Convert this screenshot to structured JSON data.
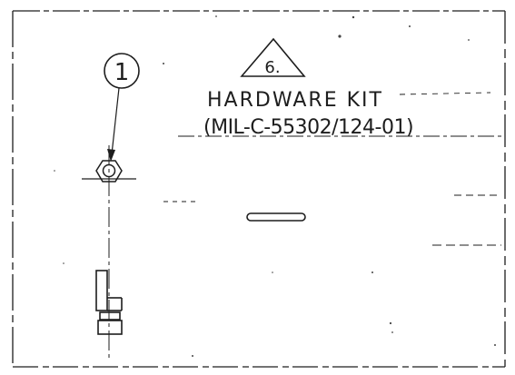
{
  "drawing": {
    "item_callout": "1",
    "note_flag": "6.",
    "title": "HARDWARE KIT",
    "spec": "(MIL-C-55302/124-01)"
  },
  "colors": {
    "ink": "#1d1d1d",
    "paper": "#ffffff"
  }
}
